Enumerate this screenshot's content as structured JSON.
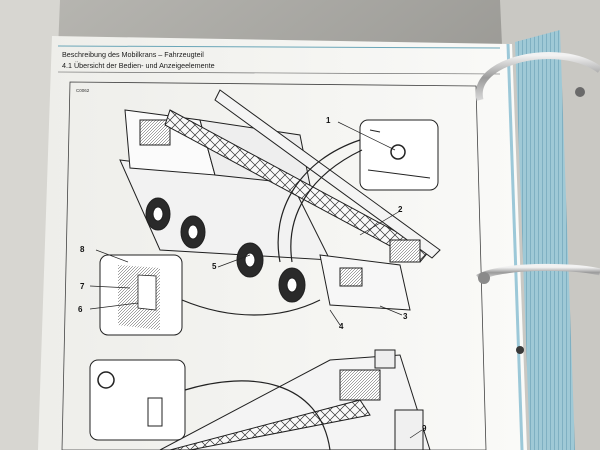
{
  "page": {
    "header_line1": "Beschreibung des Mobilkrans – Fahrzeugteil",
    "header_line2": "4.1 Übersicht der Bedien- und Anzeigeelemente",
    "figure_code": "C0062"
  },
  "callouts": [
    "1",
    "2",
    "3",
    "4",
    "5",
    "6",
    "7",
    "8",
    "9"
  ],
  "colors": {
    "page": "#f7f7f4",
    "page_edge_blue": "#9cc8d8",
    "ring_metal": "#b8b8b8",
    "line_art": "#202020"
  }
}
